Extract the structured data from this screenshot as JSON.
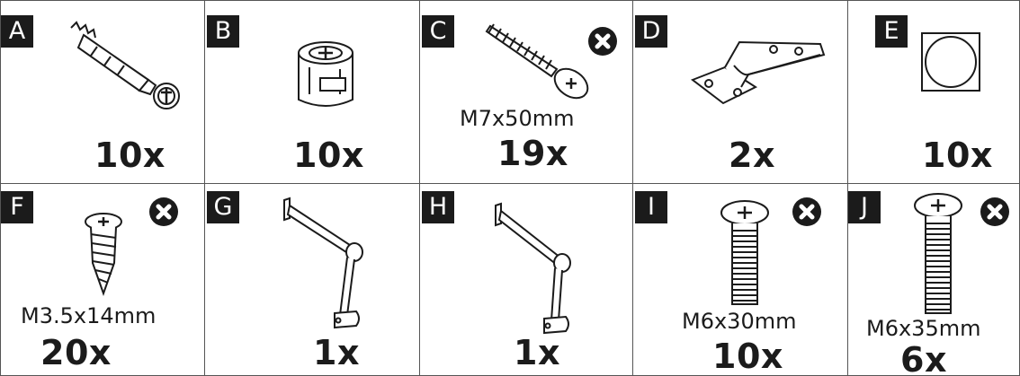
{
  "parts": [
    {
      "letter": "A",
      "quantity": "10x",
      "icon": "dowel-cam-bolt-icon",
      "excluded": false
    },
    {
      "letter": "B",
      "quantity": "10x",
      "icon": "cam-lock-nut-icon",
      "excluded": false
    },
    {
      "letter": "C",
      "size": "M7x50mm",
      "quantity": "19x",
      "icon": "long-screw-icon",
      "excluded": true
    },
    {
      "letter": "D",
      "quantity": "2x",
      "icon": "cabinet-hinge-icon",
      "excluded": false
    },
    {
      "letter": "E",
      "quantity": "10x",
      "icon": "cover-cap-icon",
      "excluded": false
    },
    {
      "letter": "F",
      "size": "M3.5x14mm",
      "quantity": "20x",
      "icon": "wood-screw-icon",
      "excluded": true
    },
    {
      "letter": "G",
      "quantity": "1x",
      "icon": "lid-stay-left-icon",
      "excluded": false
    },
    {
      "letter": "H",
      "quantity": "1x",
      "icon": "lid-stay-right-icon",
      "excluded": false
    },
    {
      "letter": "I",
      "size": "M6x30mm",
      "quantity": "10x",
      "icon": "machine-screw-icon",
      "excluded": true
    },
    {
      "letter": "J",
      "size": "M6x35mm",
      "quantity": "6x",
      "icon": "machine-screw-long-icon",
      "excluded": true
    }
  ],
  "colors": {
    "ink": "#1b1b1b",
    "border": "#555555",
    "background": "#ffffff"
  }
}
